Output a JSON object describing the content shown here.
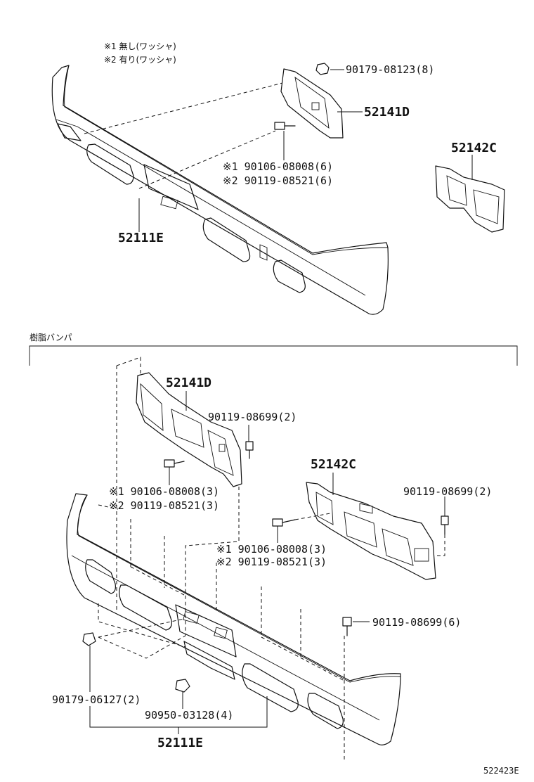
{
  "notes": {
    "note1": "※1 無し(ワッシャ)",
    "note2": "※2 有り(ワッシャ)"
  },
  "section_title": "樹脂バンパ",
  "top_group": {
    "bracket_right_label": "52141D",
    "bracket_left_label": "52142C",
    "bumper_label": "52111E",
    "nut_label": "90179-08123(8)",
    "bolt_label_1": "※1 90106-08008(6)",
    "bolt_label_2": "※2 90119-08521(6)"
  },
  "bottom_group": {
    "bracket_right_label": "52141D",
    "bracket_right_bolt": "90119-08699(2)",
    "bracket_right_bolt_1": "※1 90106-08008(3)",
    "bracket_right_bolt_2": "※2 90119-08521(3)",
    "bracket_left_label": "52142C",
    "bracket_left_bolt": "90119-08699(2)",
    "bracket_left_bolt_1": "※1 90106-08008(3)",
    "bracket_left_bolt_2": "※2 90119-08521(3)",
    "bumper_bolt": "90119-08699(6)",
    "clip_label": "90179-06127(2)",
    "retainer_label": "90950-03128(4)",
    "bumper_label": "52111E"
  },
  "diagram_code": "522423E"
}
